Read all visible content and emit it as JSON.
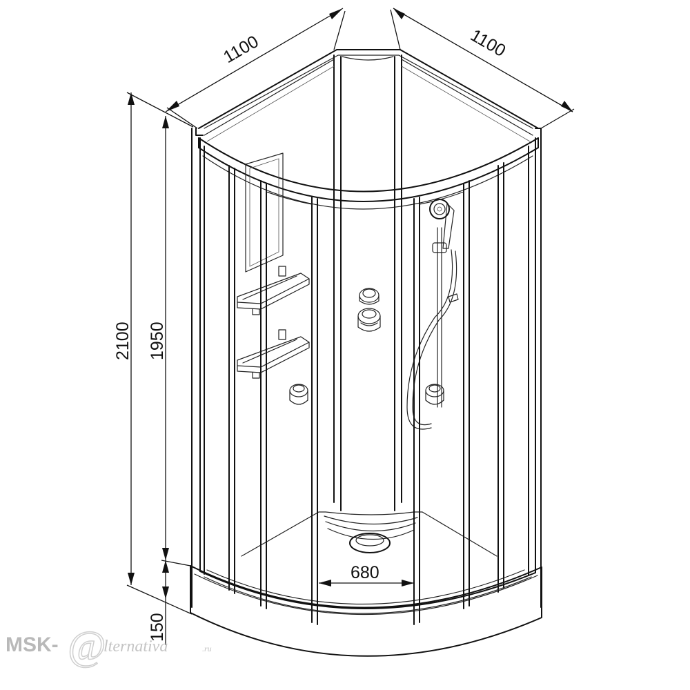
{
  "dimensions": {
    "width_left": "1100",
    "width_right": "1100",
    "total_height": "2100",
    "cabin_height": "1950",
    "tray_height": "150",
    "door_width": "680"
  },
  "watermark": {
    "prefix": "MSK-",
    "symbol": "@",
    "suffix": "lternativa",
    "domain": ".ru"
  }
}
